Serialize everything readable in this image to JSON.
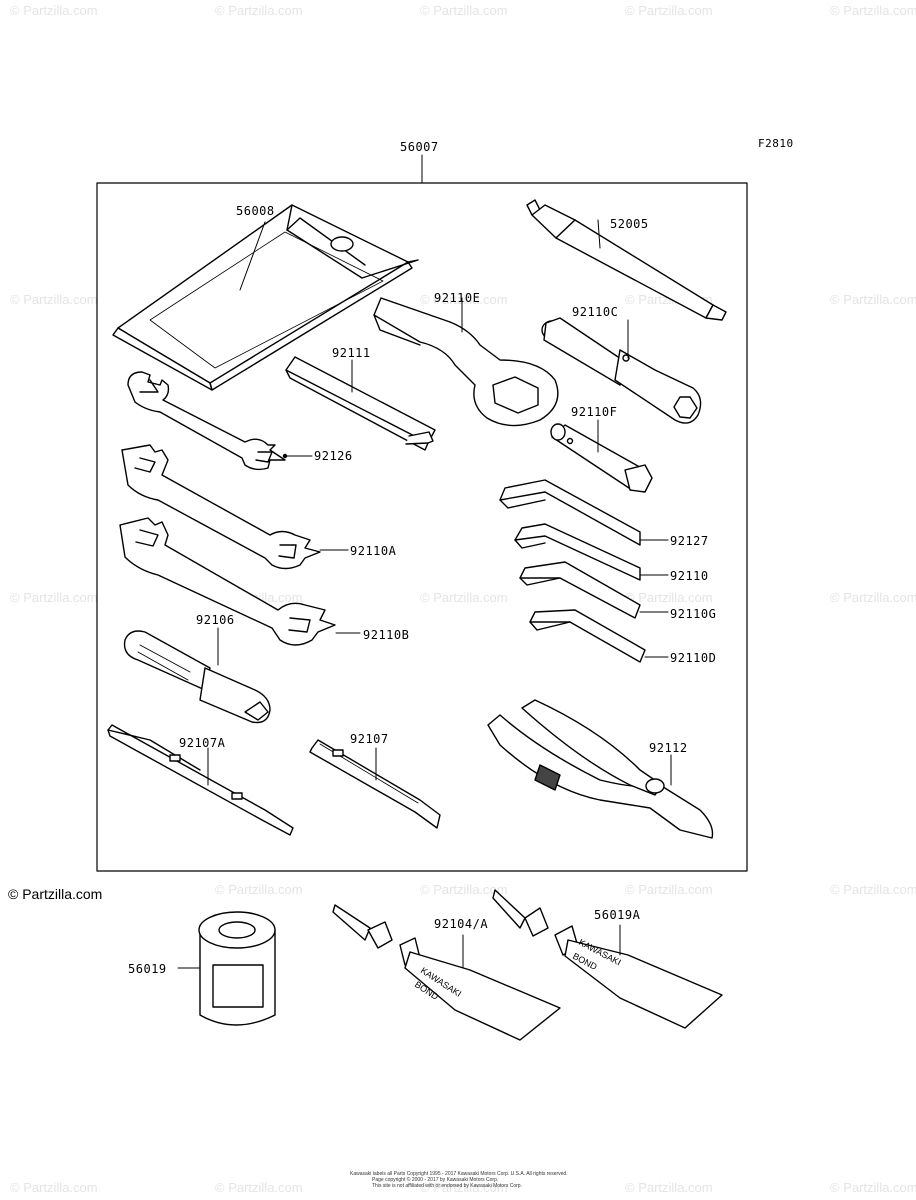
{
  "figure_id": "F2810",
  "assembly_label": "56007",
  "labels": {
    "bag": "56008",
    "extension_bar": "52005",
    "ring_wrench": "92110E",
    "box_wrench_c": "92110C",
    "bar_92111": "92111",
    "box_wrench_f": "92110F",
    "wrench_92126": "92126",
    "wrench_92110a": "92110A",
    "wrench_92110b": "92110B",
    "hex_92127": "92127",
    "hex_92110": "92110",
    "hex_92110g": "92110G",
    "hex_92110d": "92110D",
    "driver_handle": "92106",
    "driver_92107a": "92107A",
    "driver_92107": "92107",
    "pliers": "92112",
    "grease_can": "56019",
    "bond_tube_a": "92104/A",
    "bond_tube_b": "56019A"
  },
  "tube_text": [
    "KAWASAKI",
    "BOND"
  ],
  "watermark": "© Partzilla.com",
  "copyright_mark": "© Partzilla.com",
  "footer_lines": [
    "Kawasaki labels all Parts Copyright 1995 - 2017 Kawasaki Motors Corp. U.S.A. All rights reserved.",
    "Page copyright © 2000 - 2017 by Kawasaki Motors Corp.",
    "This site is not affiliated with or endorsed by Kawasaki Motors Corp."
  ]
}
